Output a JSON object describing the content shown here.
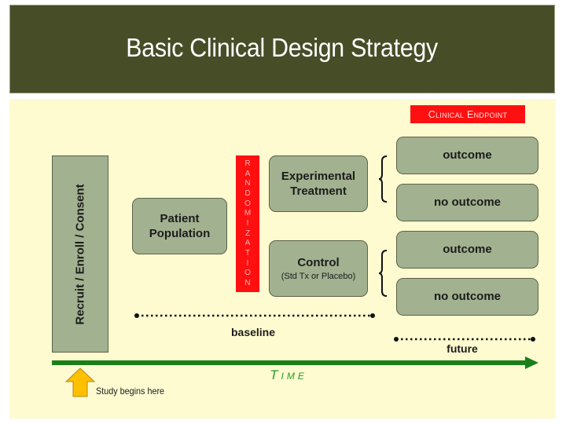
{
  "header": {
    "title": "Basic Clinical Design Strategy"
  },
  "colors": {
    "header_bg": "#474d27",
    "panel_bg": "#fffbd1",
    "box_fill": "#a2b18f",
    "randomization_red": "#ff1010",
    "time_green": "#1a7f1a",
    "start_arrow_yellow": "#ffc000"
  },
  "phases": {
    "recruit": "Recruit / Enroll / Consent",
    "population": {
      "line1": "Patient",
      "line2": "Population"
    },
    "randomization": [
      "R",
      "A",
      "N",
      "D",
      "O",
      "M",
      "I",
      "Z",
      "A",
      "T",
      "I",
      "O",
      "N"
    ]
  },
  "arms": {
    "experimental": {
      "line1": "Experimental",
      "line2": "Treatment"
    },
    "control": {
      "title": "Control",
      "subtitle": "(Std Tx or Placebo)"
    }
  },
  "endpoint": {
    "header": "Clinical Endpoint",
    "experimental_outcomes": [
      "outcome",
      "no outcome"
    ],
    "control_outcomes": [
      "outcome",
      "no outcome"
    ]
  },
  "timeline": {
    "baseline_label": "baseline",
    "future_label": "future",
    "axis_label": "Time",
    "start_marker_label": "Study begins here"
  }
}
